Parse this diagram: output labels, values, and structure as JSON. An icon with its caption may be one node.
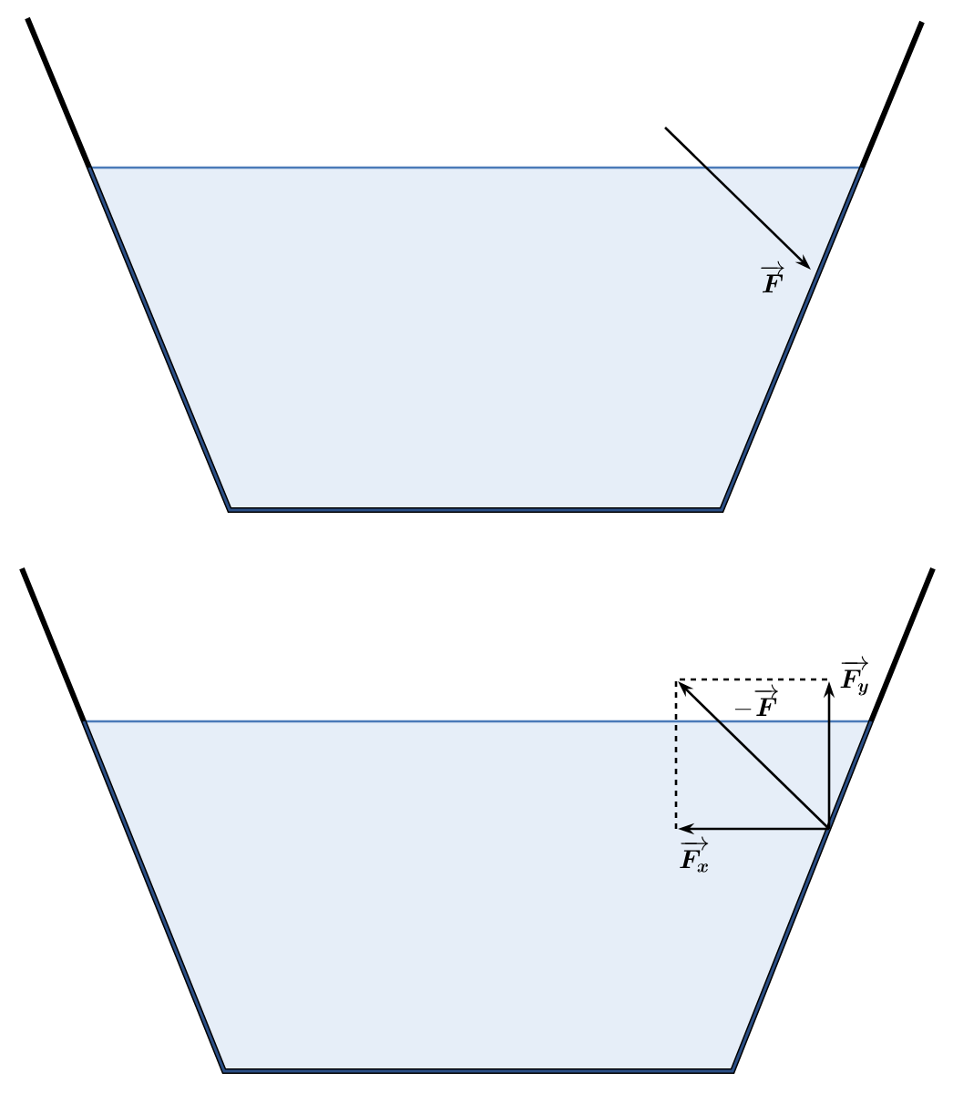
{
  "diagram": {
    "labels": [
      "\\overrightarrow{\\boldsymbol{F}}",
      "-\\overrightarrow{\\boldsymbol{F}}",
      "\\overrightarrow{\\boldsymbol{F_y}}",
      "\\overrightarrow{\\boldsymbol{F_x}}"
    ]
  }
}
